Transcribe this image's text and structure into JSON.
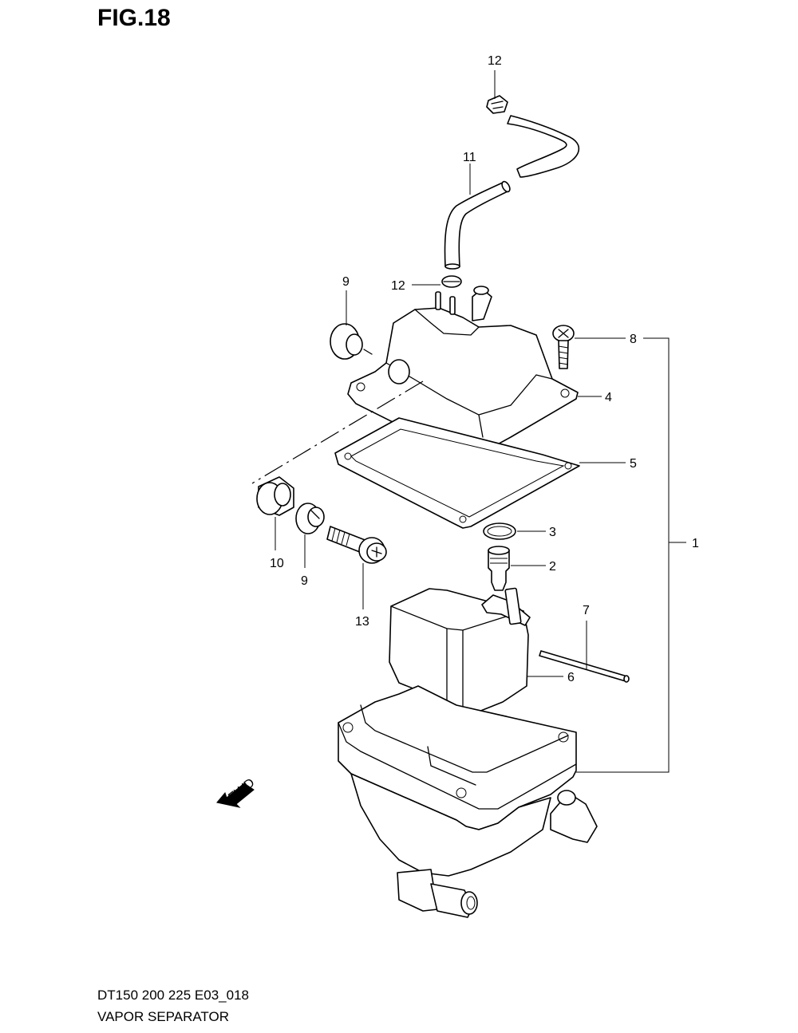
{
  "figure": {
    "title": "FIG.18",
    "model": "DT150 200 225 E03_018",
    "name": "VAPOR SEPARATOR"
  },
  "fwd_label": "FWD",
  "callouts": [
    {
      "id": "c-12-top",
      "label": "12"
    },
    {
      "id": "c-11",
      "label": "11"
    },
    {
      "id": "c-9-top",
      "label": "9"
    },
    {
      "id": "c-12-mid",
      "label": "12"
    },
    {
      "id": "c-8",
      "label": "8"
    },
    {
      "id": "c-4",
      "label": "4"
    },
    {
      "id": "c-5",
      "label": "5"
    },
    {
      "id": "c-3",
      "label": "3"
    },
    {
      "id": "c-2",
      "label": "2"
    },
    {
      "id": "c-1",
      "label": "1"
    },
    {
      "id": "c-10",
      "label": "10"
    },
    {
      "id": "c-9-bot",
      "label": "9"
    },
    {
      "id": "c-13",
      "label": "13"
    },
    {
      "id": "c-7",
      "label": "7"
    },
    {
      "id": "c-6",
      "label": "6"
    }
  ]
}
